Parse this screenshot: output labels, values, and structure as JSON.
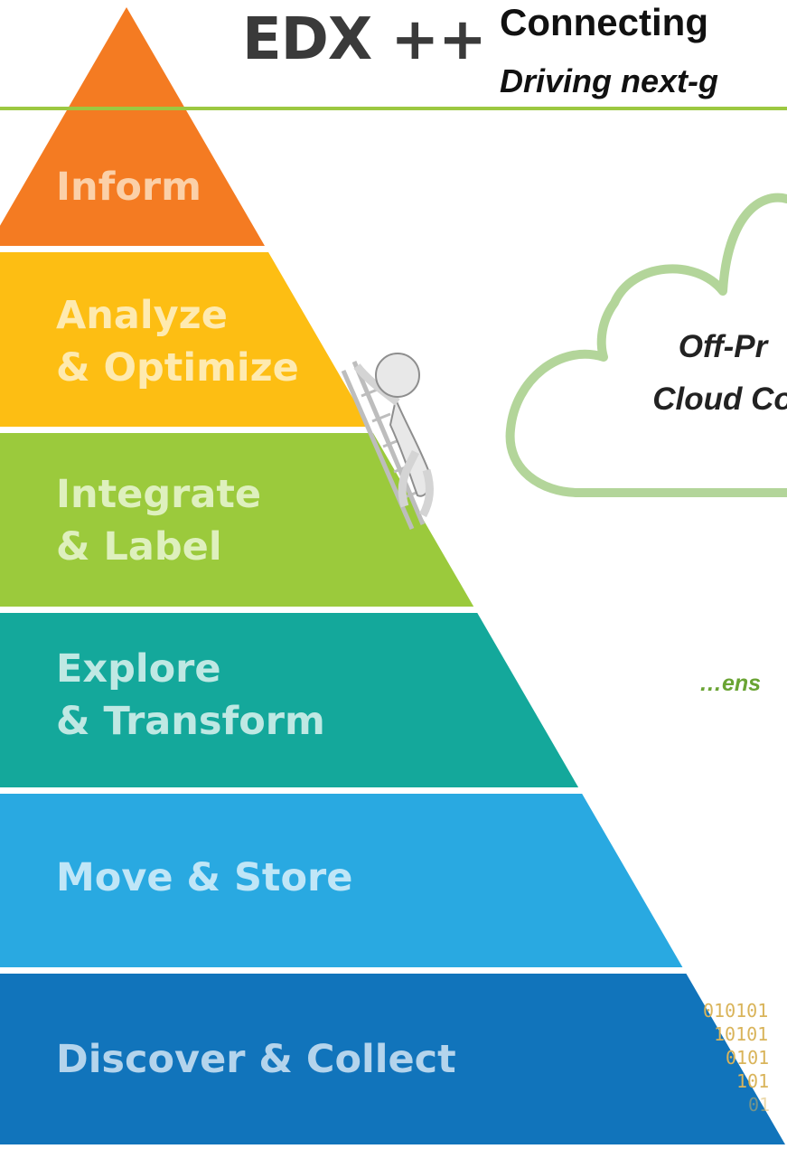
{
  "header": {
    "logo": "EDX ++",
    "title": "Connecting",
    "subtitle": "Driving next-g",
    "rule_color": "#9cc841"
  },
  "pyramid": {
    "tiers": [
      {
        "name": "Inform",
        "lines": [
          "Inform"
        ],
        "color": "#f47b22",
        "text_color": "#fbd0a8"
      },
      {
        "name": "Analyze & Optimize",
        "lines": [
          "Analyze",
          "& Optimize"
        ],
        "color": "#fdbe13",
        "text_color": "#feeab0"
      },
      {
        "name": "Integrate & Label",
        "lines": [
          "Integrate",
          "& Label"
        ],
        "color": "#9bca3c",
        "text_color": "#def0be"
      },
      {
        "name": "Explore & Transform",
        "lines": [
          "Explore",
          "& Transform"
        ],
        "color": "#14a89b",
        "text_color": "#bfe8e3"
      },
      {
        "name": "Move & Store",
        "lines": [
          "Move & Store"
        ],
        "color": "#29a9e1",
        "text_color": "#c0e6f7"
      },
      {
        "name": "Discover & Collect",
        "lines": [
          "Discover & Collect"
        ],
        "color": "#1174bb",
        "text_color": "#b4d4ec"
      }
    ]
  },
  "cloud": {
    "lines": [
      "Off-Pr",
      "Cloud Co"
    ],
    "stroke_color": "#b3d59a"
  },
  "tagline": "…ens",
  "binary_lines": [
    "010101",
    "10101",
    "0101",
    "101",
    "01"
  ],
  "figure": {
    "icon": "climbing-figure-icon"
  }
}
